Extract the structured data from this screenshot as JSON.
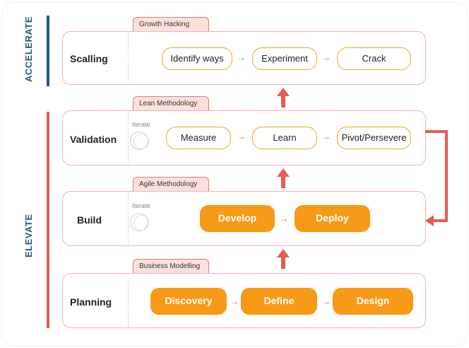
{
  "labels": {
    "accelerate": "ACCELERATE",
    "elevate": "ELEVATE"
  },
  "colors": {
    "accelerate_bar": "#1f5a80",
    "elevate_bar": "#e55c54",
    "filled_pill": "#f79a18",
    "tag_fill": "#fde0de",
    "arrow": "#e55c54"
  },
  "rows": {
    "scaling": {
      "title": "Scalling",
      "tag": "Growth Hacking",
      "steps": [
        "Identify ways",
        "Experiment",
        "Crack"
      ]
    },
    "validation": {
      "title": "Validation",
      "tag": "Lean  Methodology",
      "iterate": "Iterate",
      "steps": [
        "Measure",
        "Learn",
        "Pivot/Persevere"
      ]
    },
    "build": {
      "title": "Build",
      "tag": "Agile Methodology",
      "iterate": "Iterate",
      "steps": [
        "Develop",
        "Deploy"
      ]
    },
    "planning": {
      "title": "Planning",
      "tag": "Business Modelling",
      "steps": [
        "Discovery",
        "Define",
        "Design"
      ]
    }
  },
  "icons": {
    "step_arrow": "→",
    "up_arrow": "arrow-up-icon",
    "loop_arrow": "loop-arrow-icon",
    "iterate_circle": "iterate-circle-icon"
  }
}
